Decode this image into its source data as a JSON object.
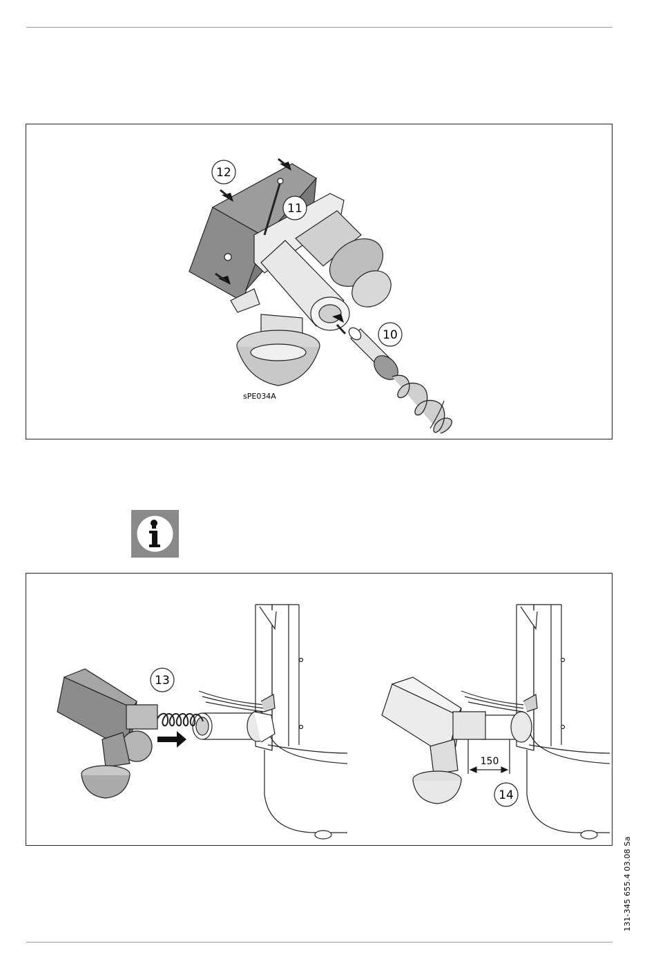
{
  "figure1": {
    "callouts": [
      "12",
      "11",
      "10"
    ],
    "figure_code": "sPE034A"
  },
  "info_icon": "info-icon",
  "figure2": {
    "callouts": [
      "13",
      "14"
    ],
    "dimension": "150"
  },
  "document_code": "131-345 655.4 03.08 Sa",
  "colors": {
    "device_grey": "#8c8c8c",
    "device_light": "#e6e6e6",
    "info_bg": "#8a8a8a"
  }
}
